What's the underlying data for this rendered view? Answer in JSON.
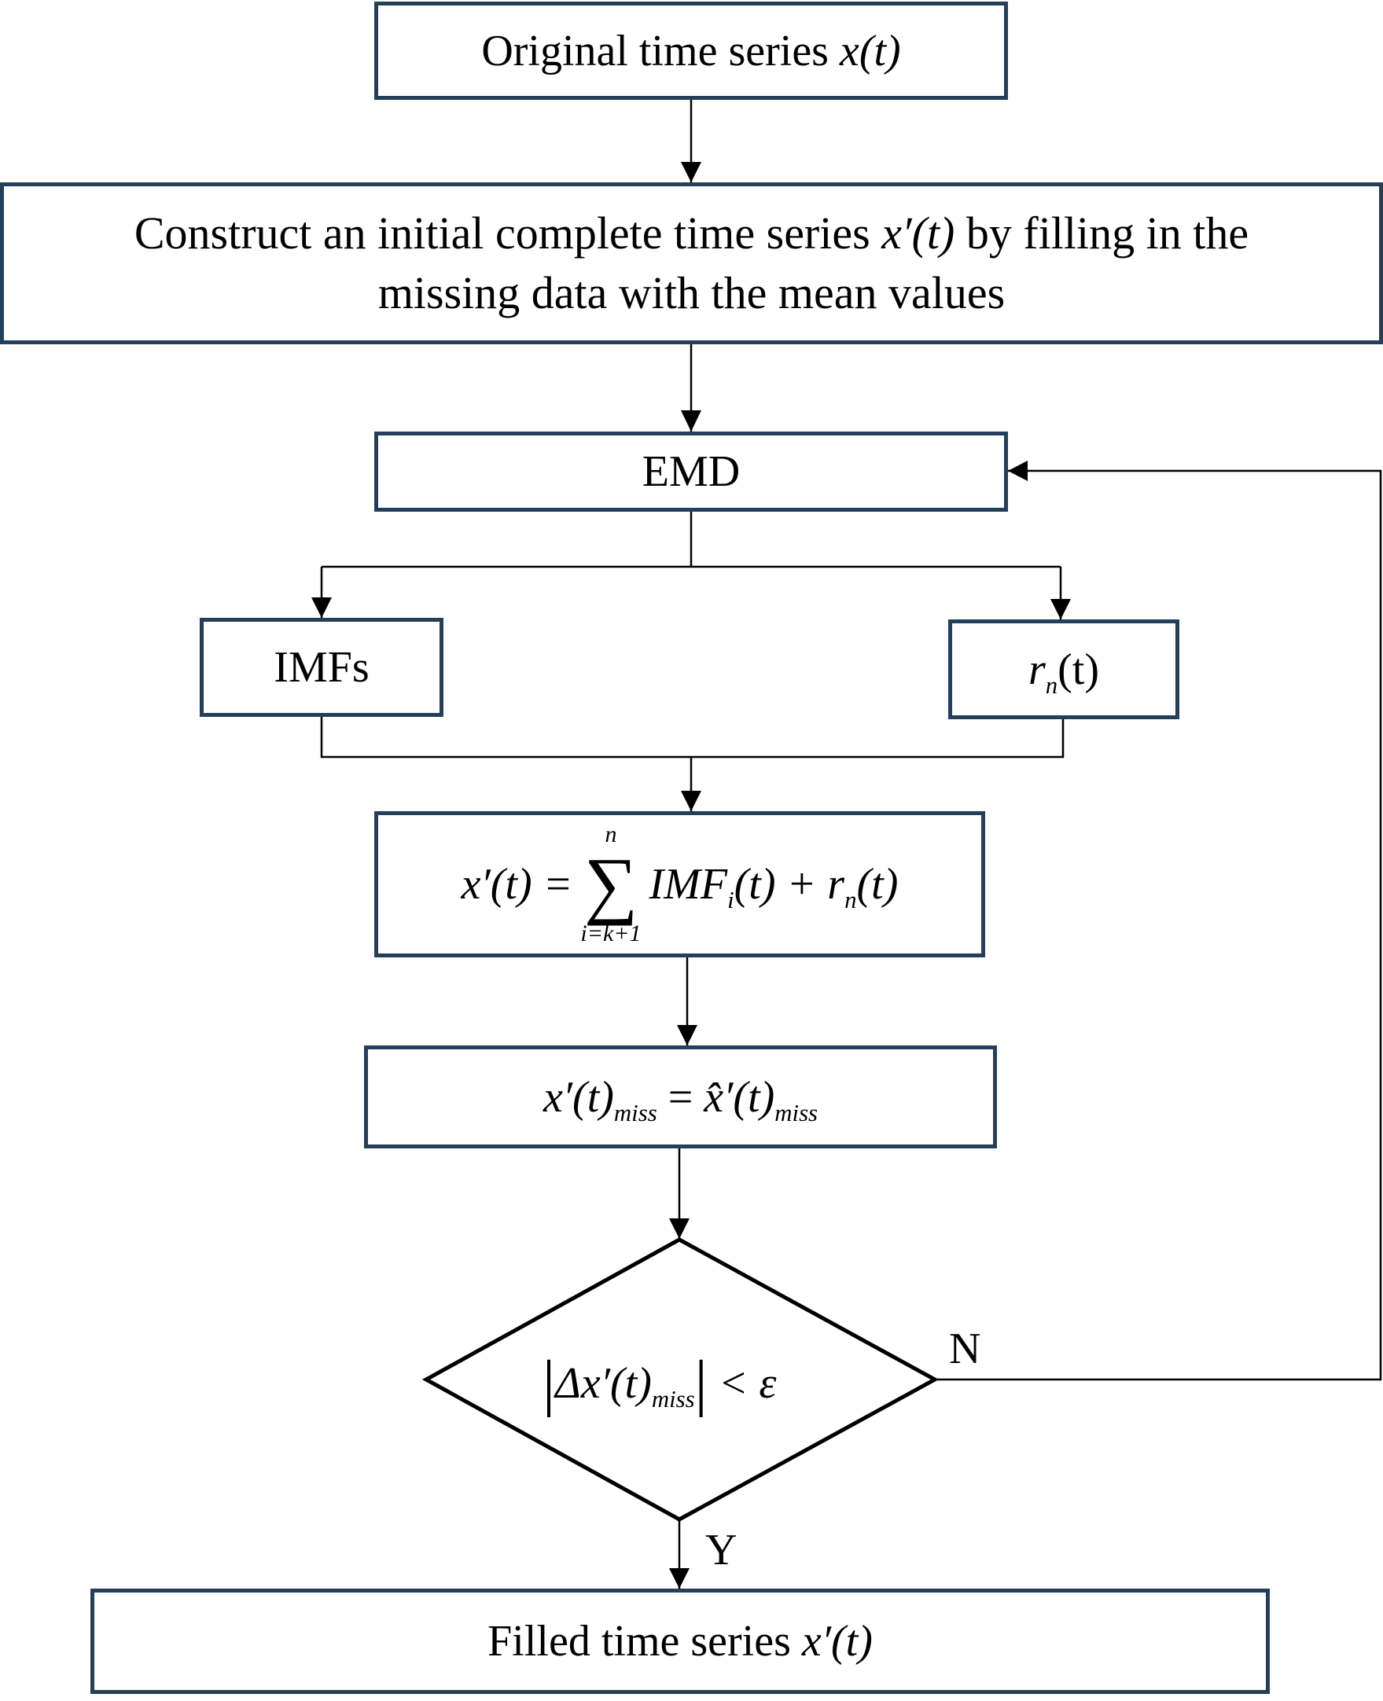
{
  "diagram": {
    "type": "flowchart",
    "title": "EMD-based iterative missing-data filling",
    "colors": {
      "box_border": "#243f5a",
      "connector": "#000000",
      "background": "#ffffff"
    },
    "nodes": {
      "original": {
        "text": "Original time series ",
        "math": "x(t)"
      },
      "construct": {
        "line1_text": "Construct an initial complete time series ",
        "line1_math": "x′(t)",
        "line1_tail": " by filling in the",
        "line2_text": "missing data with the mean values"
      },
      "emd": {
        "text": "EMD"
      },
      "imfs": {
        "text": "IMFs"
      },
      "residual": {
        "base": "r",
        "sub": "n",
        "arg": "(t)"
      },
      "reconstruct": {
        "lhs": "x′(t) =",
        "sum_upper": "n",
        "sum_symbol": "∑",
        "sum_lower": "i=k+1",
        "term_base": "IMF",
        "term_sub": "i",
        "term_arg": "(t) + ",
        "res_base": "r",
        "res_sub": "n",
        "res_arg": "(t)"
      },
      "update": {
        "lhs": "x′(t)",
        "lhs_sub": "miss",
        "eq": " = ",
        "rhs": "x̂′(t)",
        "rhs_sub": "miss"
      },
      "decision": {
        "bar_open": "|",
        "expr": "Δx′(t)",
        "expr_sub": "miss",
        "bar_close": "|",
        "cmp": " < ε"
      },
      "filled": {
        "text": "Filled time series ",
        "math": "x′(t)"
      }
    },
    "edge_labels": {
      "no": "N",
      "yes": "Y"
    },
    "edges": [
      {
        "from": "original",
        "to": "construct"
      },
      {
        "from": "construct",
        "to": "emd"
      },
      {
        "from": "emd",
        "to": "imfs"
      },
      {
        "from": "emd",
        "to": "residual"
      },
      {
        "from": "imfs",
        "to": "reconstruct"
      },
      {
        "from": "residual",
        "to": "reconstruct"
      },
      {
        "from": "reconstruct",
        "to": "update"
      },
      {
        "from": "update",
        "to": "decision"
      },
      {
        "from": "decision",
        "to": "emd",
        "label": "N"
      },
      {
        "from": "decision",
        "to": "filled",
        "label": "Y"
      }
    ]
  }
}
